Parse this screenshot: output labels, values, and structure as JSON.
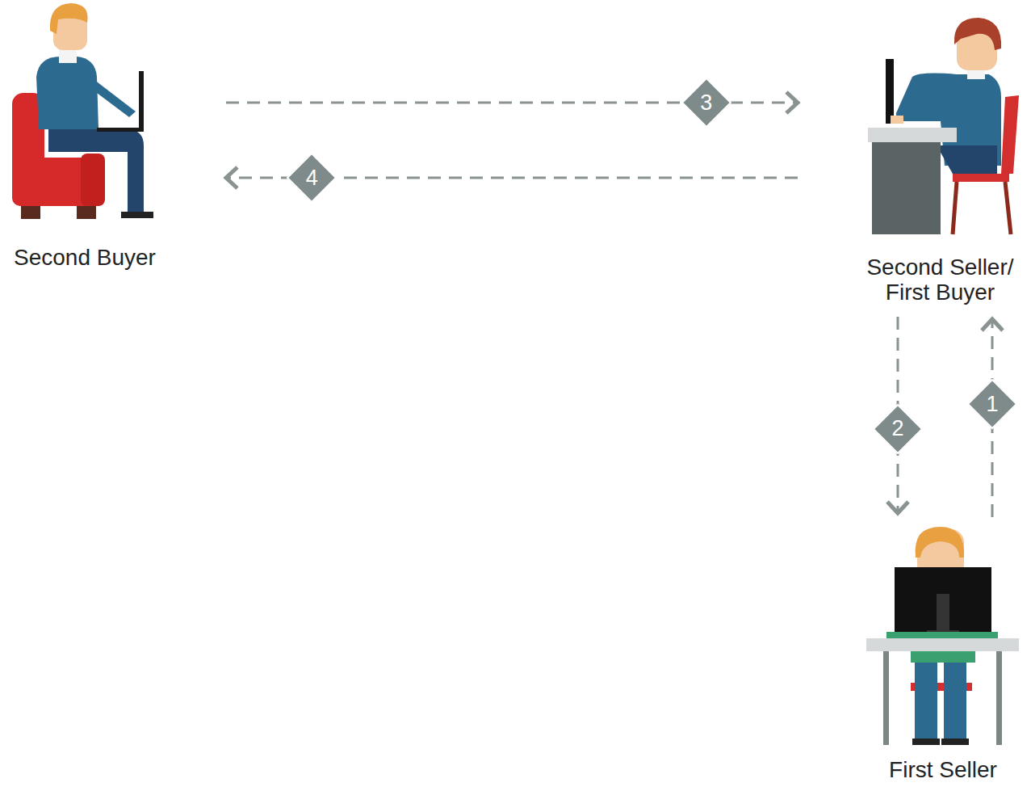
{
  "diagram": {
    "nodes": [
      {
        "text": [
          "Second Buyer"
        ]
      },
      {
        "text": [
          "Second Seller/ First Buyer"
        ]
      },
      {
        "text": [
          "First Seller"
        ]
      }
    ],
    "edges": [
      {
        "from": 2,
        "to": 1,
        "label": "1",
        "arrow": "to"
      },
      {
        "from": 1,
        "to": 2,
        "label": "2",
        "arrow": "to"
      },
      {
        "from": 0,
        "to": 1,
        "label": "3",
        "arrow": "to"
      },
      {
        "from": 1,
        "to": 0,
        "label": "4",
        "arrow": "to"
      }
    ]
  }
}
